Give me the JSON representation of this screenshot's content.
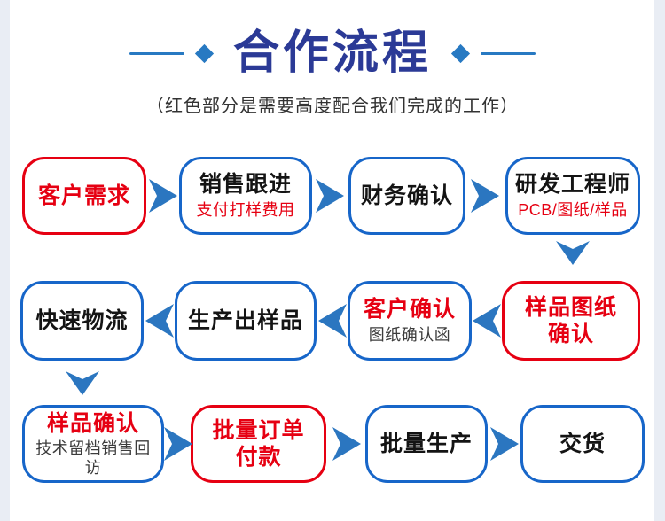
{
  "header": {
    "title": "合作流程",
    "subtitle": "（红色部分是需要高度配合我们完成的工作）"
  },
  "colors": {
    "title_navy": "#2b3a96",
    "accent_blue": "#2779c2",
    "arrow_blue": "#2b76c0",
    "box_blue": "#1766c9",
    "box_red": "#e60012",
    "edge_gray": "#e9edf4",
    "text_dark": "#141414"
  },
  "flow": {
    "rows": [
      {
        "direction": "right",
        "boxes": [
          {
            "title": "客户需求",
            "border": "red",
            "title_color": "#e60012"
          },
          {
            "title": "销售跟进",
            "subtitle": "支付打样费用",
            "border": "blue",
            "subtitle_color": "#e60012"
          },
          {
            "title": "财务确认",
            "border": "blue"
          },
          {
            "title": "研发工程师",
            "subtitle": "PCB/图纸/样品",
            "border": "blue",
            "subtitle_color": "#e60012"
          }
        ]
      },
      {
        "direction": "left",
        "boxes": [
          {
            "title": "快速物流",
            "border": "blue"
          },
          {
            "title": "生产出样品",
            "border": "blue"
          },
          {
            "title": "客户确认",
            "subtitle": "图纸确认函",
            "border": "blue",
            "title_color": "#e60012"
          },
          {
            "title": "样品图纸\n确认",
            "border": "red",
            "title_color": "#e60012"
          }
        ]
      },
      {
        "direction": "right",
        "boxes": [
          {
            "title": "样品确认",
            "subtitle": "技术留档销售回访",
            "border": "blue",
            "title_color": "#e60012"
          },
          {
            "title": "批量订单\n付款",
            "border": "red",
            "title_color": "#e60012"
          },
          {
            "title": "批量生产",
            "border": "blue"
          },
          {
            "title": "交货",
            "border": "blue"
          }
        ]
      }
    ],
    "connectors": {
      "row1_to_row2": "down",
      "row2_to_row3": "down"
    }
  }
}
